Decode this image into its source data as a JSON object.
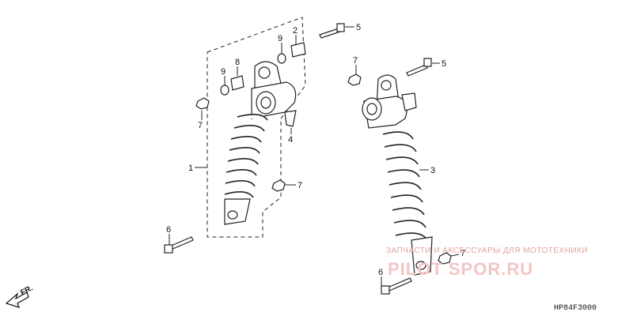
{
  "callouts": {
    "c1": "1",
    "c2": "2",
    "c3": "3",
    "c4": "4",
    "c5a": "5",
    "c5b": "5",
    "c6a": "6",
    "c6b": "6",
    "c7a": "7",
    "c7b": "7",
    "c7c": "7",
    "c7d": "7",
    "c8": "8",
    "c9a": "9",
    "c9b": "9"
  },
  "direction_marker": "FR.",
  "diagram_code": "HP84F3000",
  "watermark": {
    "text": "ЗАПЧАСТИ И АКСЕССУАРЫ ДЛЯ МОТОТЕХНИКИ",
    "logo": "PILOT SPOR.RU"
  },
  "colors": {
    "line": "#222222",
    "watermark": "#e4a0a0",
    "watermark_logo": "#f2c6c6"
  }
}
